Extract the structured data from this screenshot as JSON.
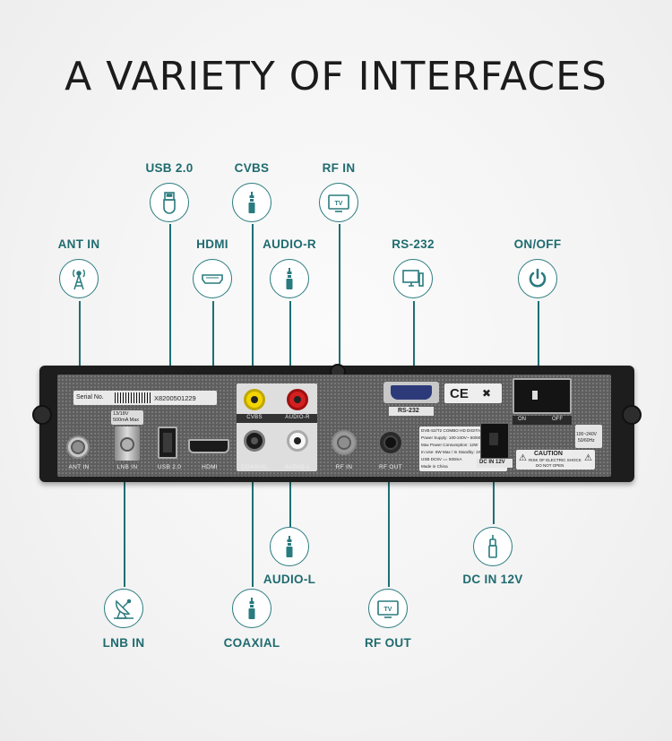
{
  "title": "A VARIETY OF INTERFACES",
  "accent_color": "#1f6b6f",
  "labels": {
    "usb": "USB 2.0",
    "cvbs": "CVBS",
    "rf_in": "RF IN",
    "ant_in": "ANT IN",
    "hdmi": "HDMI",
    "audio_r": "AUDIO-R",
    "rs232": "RS-232",
    "on_off": "ON/OFF",
    "audio_l": "AUDIO-L",
    "dc_in": "DC IN 12V",
    "lnb_in": "LNB IN",
    "coaxial": "COAXIAL",
    "rf_out": "RF OUT"
  },
  "icons": {
    "usb": "usb-icon",
    "cvbs": "audio-jack-icon",
    "rf_in": "tv-icon",
    "ant_in": "antenna-icon",
    "hdmi": "hdmi-icon",
    "audio_r": "audio-jack-icon",
    "rs232": "computer-icon",
    "on_off": "power-icon",
    "audio_l": "audio-jack-icon",
    "dc_in": "dc-plug-icon",
    "lnb_in": "satellite-dish-icon",
    "coaxial": "audio-jack-icon",
    "rf_out": "tv-icon"
  },
  "device": {
    "serial_label": "Serial No.",
    "serial_value": "X8200501229",
    "lnb_spec_1": "13/18V",
    "lnb_spec_2": "500mA Max",
    "port_ant_in": "ANT IN",
    "port_lnb_in": "LNB IN",
    "port_usb": "USB 2.0",
    "port_hdmi": "HDMI",
    "port_cvbs": "CVBS",
    "port_audio_r": "AUDIO-R",
    "port_coaxial": "COAXIAL",
    "port_audio_l": "AUDIO-L",
    "port_rf_in": "RF IN",
    "port_rf_out": "RF OUT",
    "port_rs232": "RS-232",
    "ce_mark": "CE",
    "spec_lines": [
      "DVB-S2/T2 COMBO HD DIGITAL RECEIVER",
      "Power Supply: 100-240V~ 50/60Hz",
      "Max Power Consumption: 12W",
      "In Use: 6W Max / In Standby: 1W Max",
      "USB DC5V == 500mA",
      "Made in China"
    ],
    "switch_on": "ON",
    "switch_off": "OFF",
    "dc_label": "DC IN 12V",
    "caution": "CAUTION",
    "caution_sub_1": "RISK OF ELECTRIC SHOCK",
    "caution_sub_2": "DO NOT OPEN",
    "power_rating_1": "100~240V",
    "power_rating_2": "50/60Hz"
  }
}
